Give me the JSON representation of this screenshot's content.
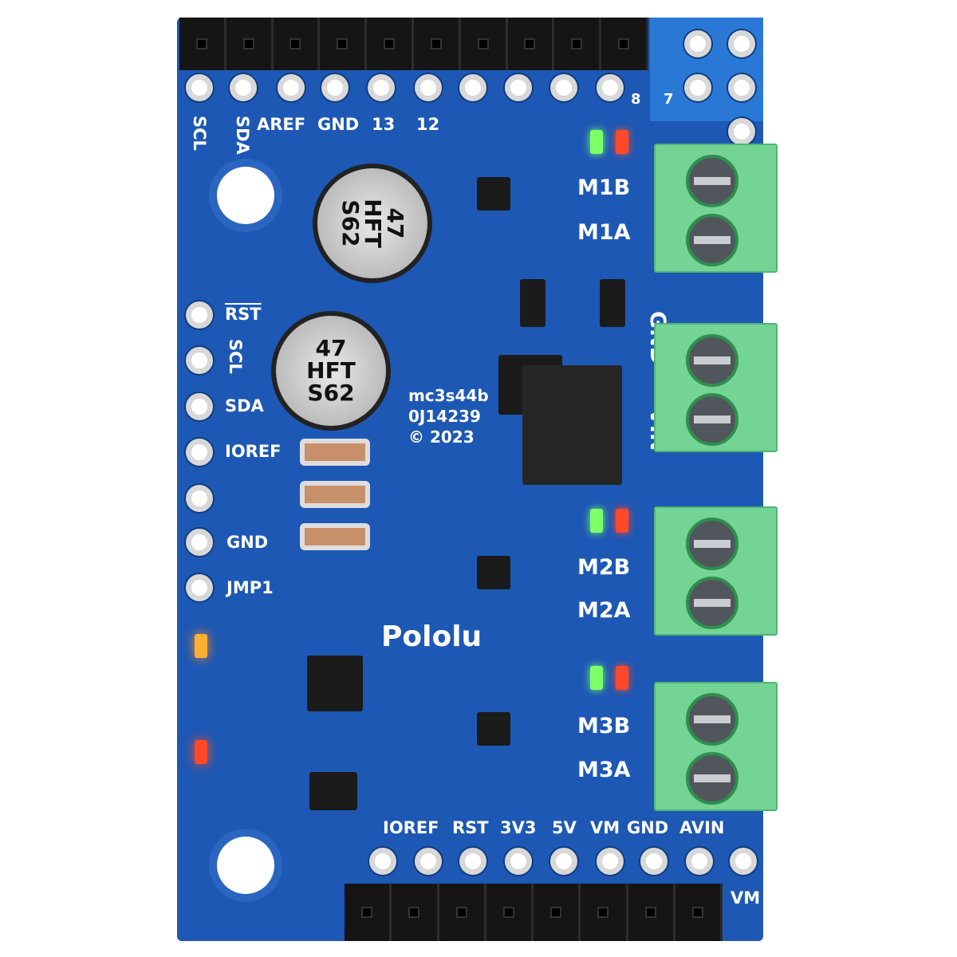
{
  "board": {
    "top_labels": [
      "SCL",
      "SDA",
      "AREF",
      "GND",
      "13",
      "12",
      "8",
      "7"
    ],
    "left_labels": [
      "RST",
      "SCL",
      "SDA",
      "IOREF",
      "GND",
      "JMP1"
    ],
    "motor_labels": [
      "M1B",
      "M1A",
      "M2B",
      "M2A",
      "M3B",
      "M3A"
    ],
    "power_labels": [
      "GND",
      "VIN"
    ],
    "bottom_labels": [
      "IOREF",
      "RST",
      "3V3",
      "5V",
      "VM",
      "GND",
      "AVIN"
    ],
    "vm_label": "VM",
    "capacitor": {
      "line1": "47",
      "line2": "HFT",
      "line3": "S62"
    },
    "chip_text": {
      "line1": "mc3s44b",
      "line2": "0J14239",
      "line3": "© 2023"
    },
    "brand": "Pololu",
    "colors": {
      "pcb": "#1d58b4",
      "terminal": "#74d496",
      "led_green": "#7dff6a",
      "led_red": "#ff4a2a",
      "led_orange": "#ffb030"
    }
  }
}
